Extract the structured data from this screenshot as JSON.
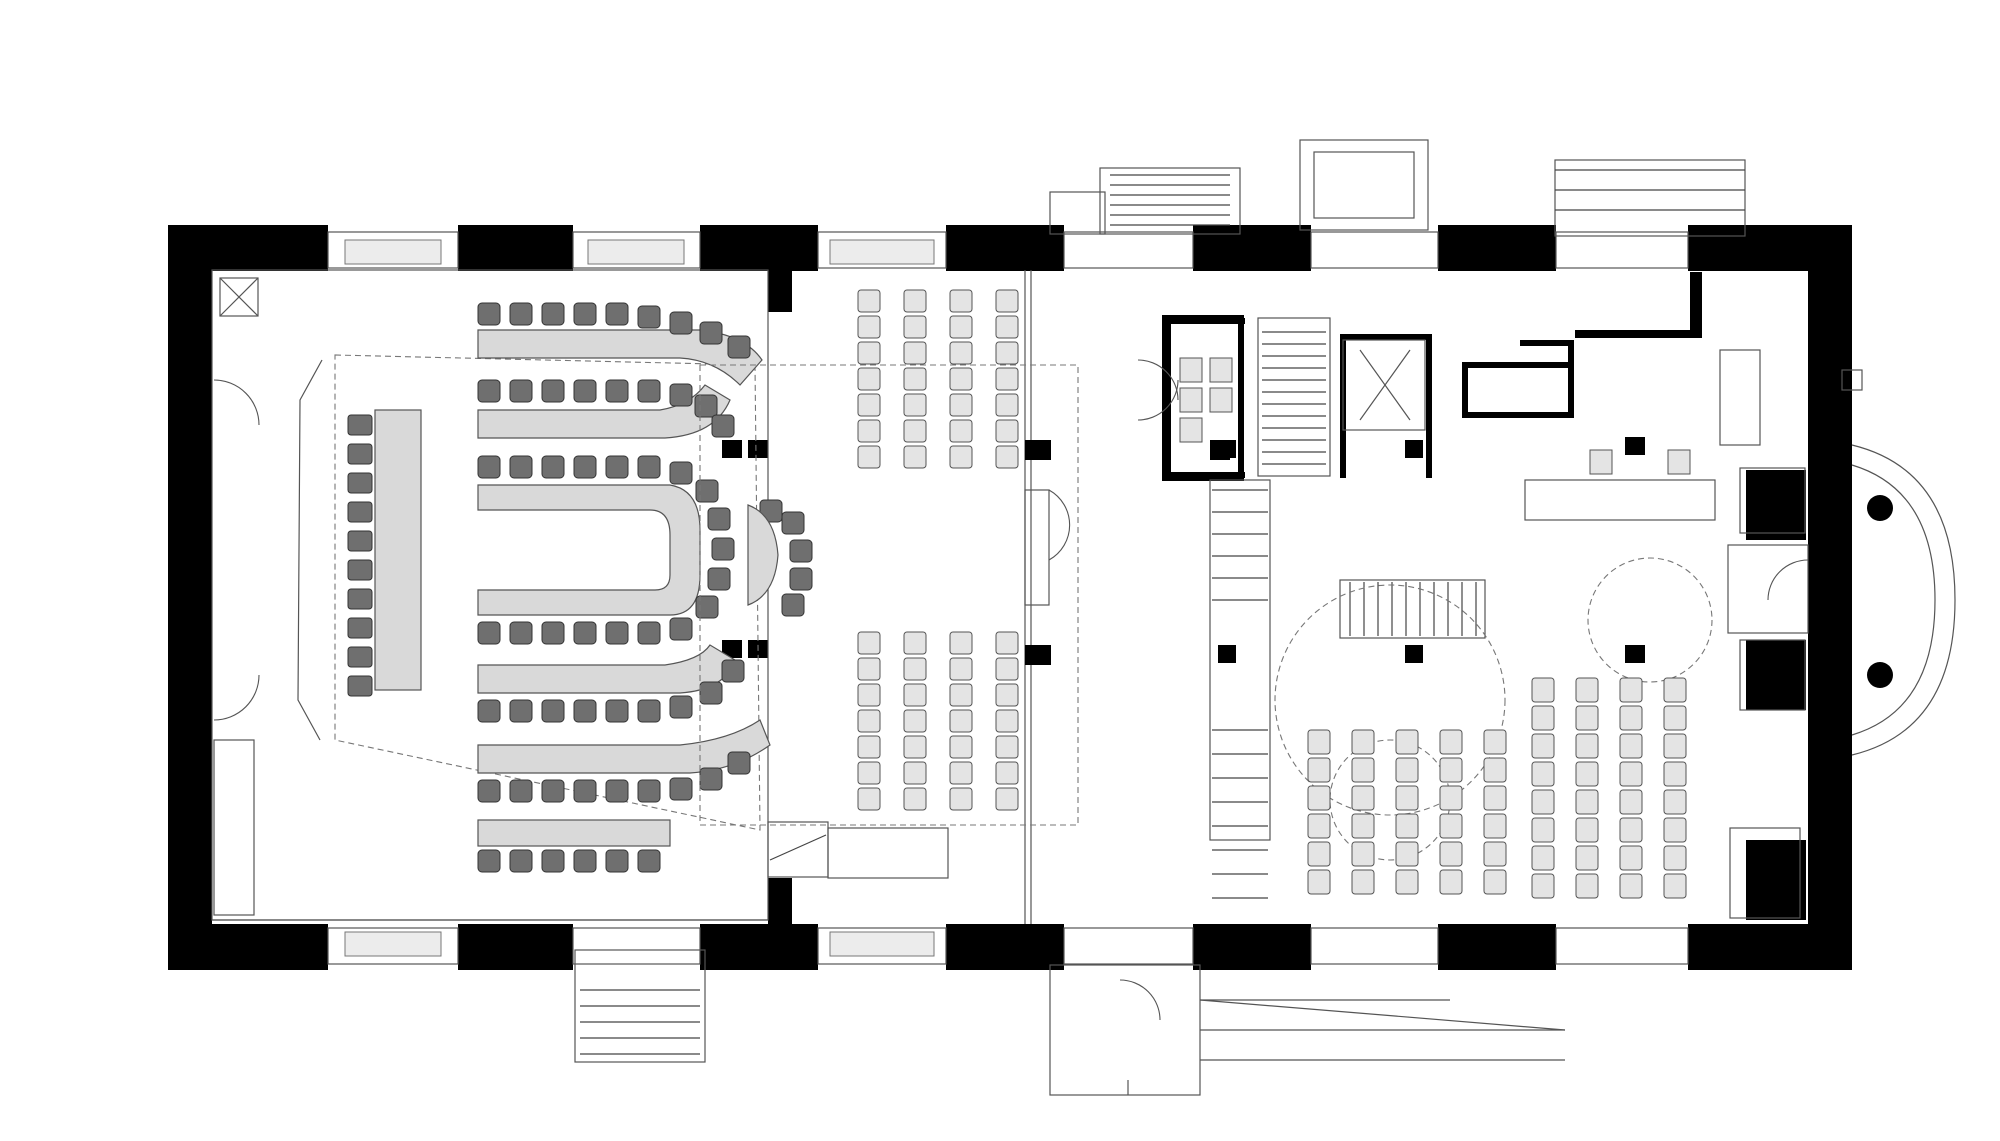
{
  "diagram": {
    "kind": "architectural floor plan",
    "style": "black and white line drawing",
    "colors": {
      "wall": "#000000",
      "line": "#555555",
      "table_fill": "#d9d9d9",
      "chair_dark": "#6f6f6f",
      "chair_light": "#e4e4e4",
      "background": "#ffffff"
    },
    "areas": [
      "u-shaped-table-room",
      "row-seating-room-left",
      "stair-core",
      "row-seating-room-right",
      "entrance-vestibule"
    ]
  }
}
